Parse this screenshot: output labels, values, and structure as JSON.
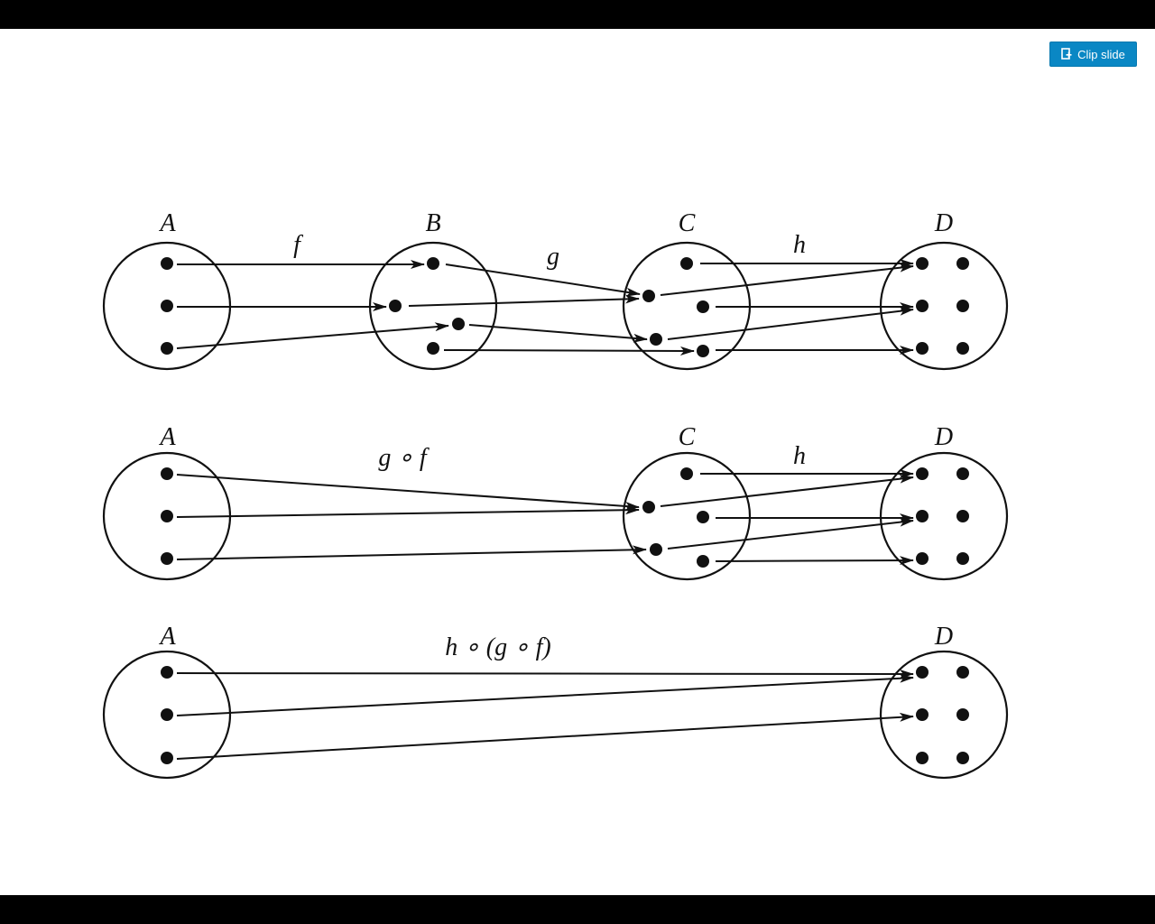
{
  "toolbar": {
    "clip_label": "Clip slide",
    "clip_icon": "clip-icon"
  },
  "diagram": {
    "rows": [
      {
        "sets": [
          "A",
          "B",
          "C",
          "D"
        ],
        "arrows": [
          "f",
          "g",
          "h"
        ]
      },
      {
        "sets": [
          "A",
          "C",
          "D"
        ],
        "arrows": [
          "g ∘ f",
          "h"
        ]
      },
      {
        "sets": [
          "A",
          "D"
        ],
        "arrows": [
          "h ∘ (g ∘ f)"
        ]
      }
    ]
  },
  "colors": {
    "button": "#0a87c4",
    "bars": "#000000",
    "ink": "#111111"
  }
}
